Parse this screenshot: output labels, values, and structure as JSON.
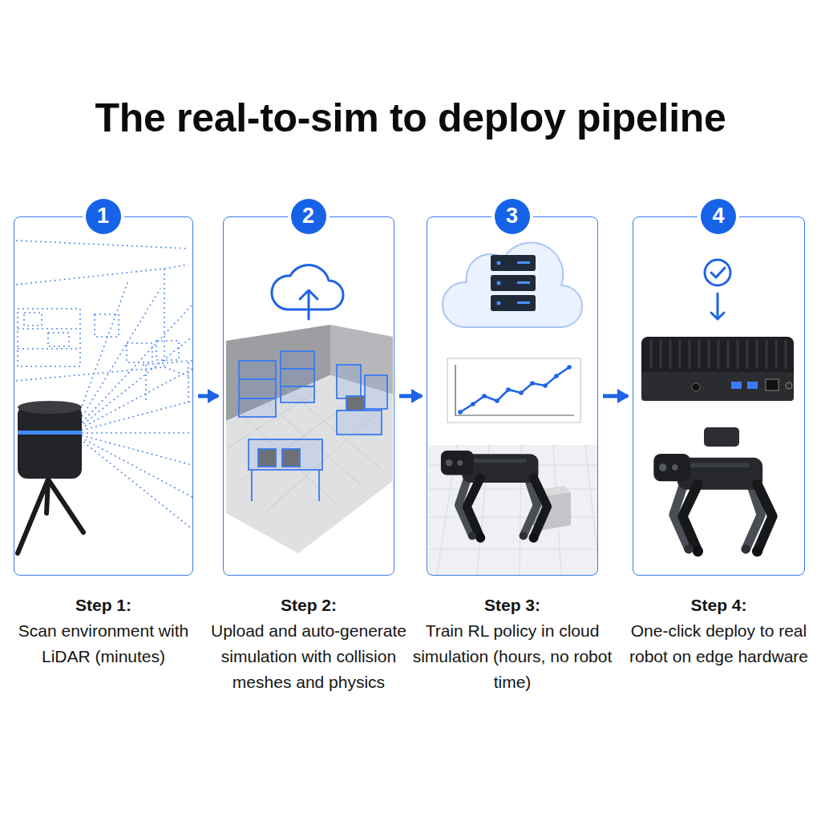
{
  "diagram": {
    "title": "The real-to-sim to deploy pipeline",
    "nodes": [
      {
        "text": [
          "Step 1:",
          "Scan environment with LiDAR (minutes)"
        ]
      },
      {
        "text": [
          "1"
        ],
        "in": 0
      },
      {
        "text": [
          "Step 2:",
          "Upload and auto-generate simulation with collision meshes and physics"
        ]
      },
      {
        "text": [
          "2"
        ],
        "in": 2
      },
      {
        "text": [
          "Step 3:",
          "Train RL policy in cloud simulation (hours, no robot time)"
        ]
      },
      {
        "text": [
          "3"
        ],
        "in": 4
      },
      {
        "text": [
          "Step 4:",
          "One-click deploy to real robot on edge hardware"
        ]
      },
      {
        "text": [
          "4"
        ],
        "in": 6
      }
    ],
    "edges": [
      {
        "from": 0,
        "to": 2,
        "arrow": "to"
      },
      {
        "from": 2,
        "to": 4,
        "arrow": "to"
      },
      {
        "from": 4,
        "to": 6,
        "arrow": "to"
      }
    ]
  }
}
